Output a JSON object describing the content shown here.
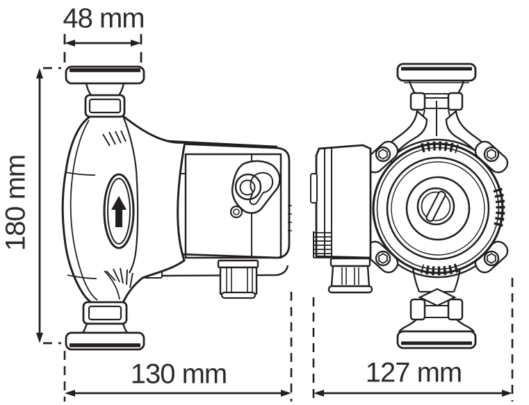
{
  "drawing": {
    "dimension_labels": {
      "top_width": "48 mm",
      "height": "180 mm",
      "side_view_width": "130 mm",
      "front_view_width": "127 mm"
    },
    "icons": {
      "flow_direction": "up-arrow"
    },
    "colors": {
      "line": "#231f20",
      "text": "#2c2a2b",
      "background": "#ffffff"
    }
  }
}
